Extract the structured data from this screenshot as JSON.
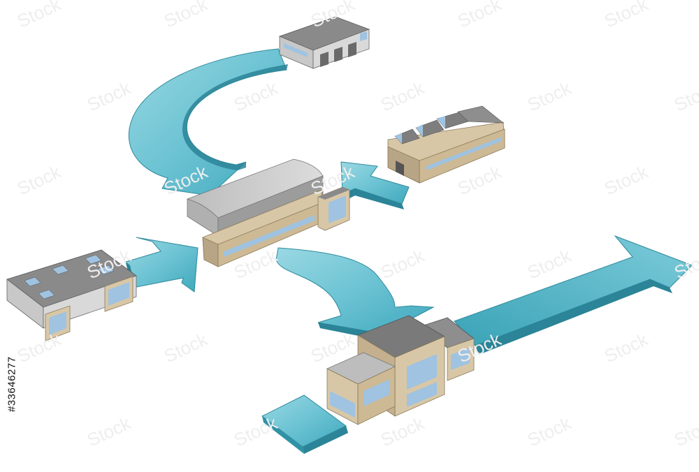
{
  "diagram": {
    "stock_id": "#33646277",
    "watermark_text": "Stock",
    "colors": {
      "arrow_top": "#7fcbd8",
      "arrow_mid": "#5bb8c9",
      "arrow_side": "#2e8a9c",
      "roof_gray": "#9a9a9a",
      "roof_light": "#c9c9c9",
      "wall_beige": "#d8c7a7",
      "wall_beige_dark": "#b8a585",
      "glass": "#9fc3e0"
    },
    "nodes": [
      {
        "id": "building-top-small",
        "icon": "warehouse-small-icon"
      },
      {
        "id": "building-sawtooth",
        "icon": "factory-sawtooth-icon"
      },
      {
        "id": "building-left-skylights",
        "icon": "warehouse-skylights-icon"
      },
      {
        "id": "building-central-hub",
        "icon": "warehouse-hub-icon"
      },
      {
        "id": "building-bottom-office",
        "icon": "office-complex-icon"
      }
    ],
    "edges": [
      {
        "from": "building-top-small",
        "to": "building-central-hub",
        "shape": "curved-arrow"
      },
      {
        "from": "building-sawtooth",
        "to": "building-central-hub",
        "shape": "straight-arrow"
      },
      {
        "from": "building-left-skylights",
        "to": "building-central-hub",
        "shape": "straight-arrow"
      },
      {
        "from": "building-central-hub",
        "to": "building-bottom-office",
        "shape": "curved-arrow"
      },
      {
        "from": "building-bottom-office",
        "to": "outside",
        "shape": "long-arrow"
      }
    ]
  }
}
